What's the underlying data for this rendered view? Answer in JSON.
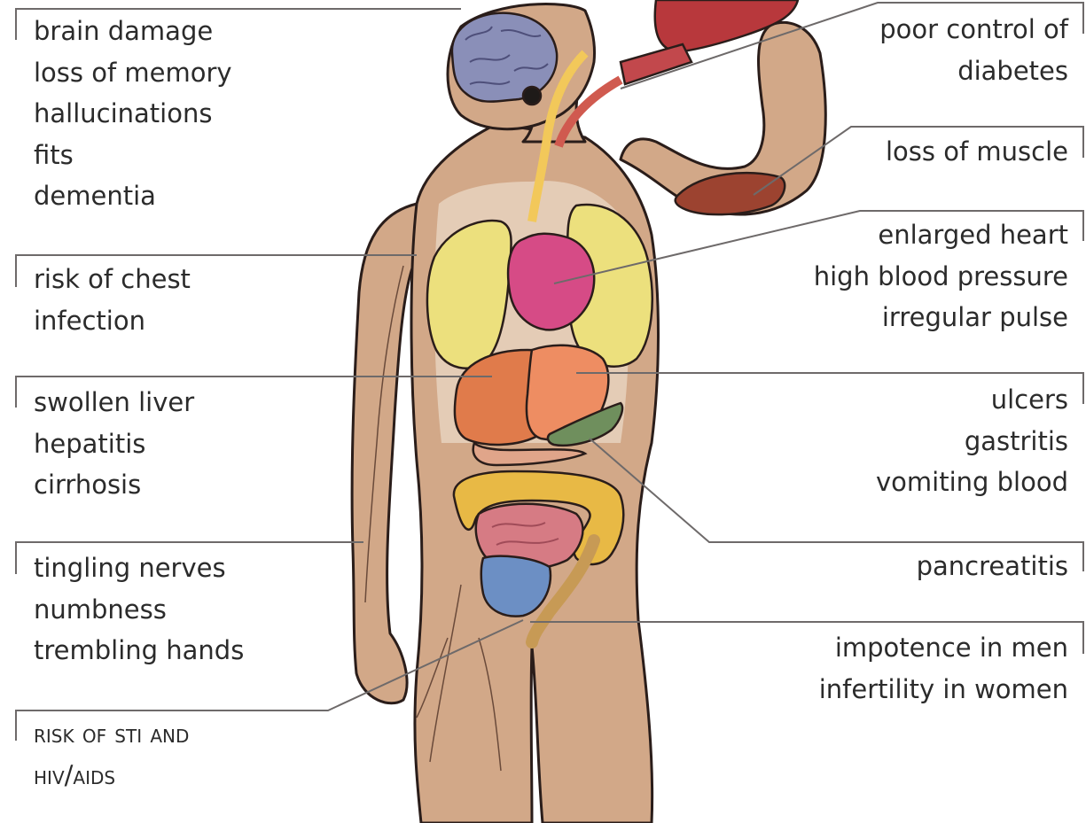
{
  "colors": {
    "background": "#ffffff",
    "text": "#2b2b2b",
    "leader_line": "#6e6a6a",
    "skin": "#d2a888",
    "skin_shadow": "#c99c7b",
    "outline": "#2a1d1a",
    "brain": "#8a8fb8",
    "lungs": "#ece07d",
    "heart": "#d64b86",
    "liver": "#e07b4b",
    "stomach": "#ee8d62",
    "pancreas": "#6f8f5d",
    "intestine_large": "#e8b945",
    "intestine_small": "#d67b84",
    "bladder": "#6c8fc4",
    "muscle": "#9c4330",
    "bottle": "#b8383c",
    "nerves": "#f2c85a"
  },
  "left_labels": [
    {
      "id": "brain",
      "lines": [
        "brain damage",
        "loss of memory",
        "hallucinations",
        "fits",
        "dementia"
      ]
    },
    {
      "id": "chest",
      "lines": [
        "risk of chest",
        "infection"
      ]
    },
    {
      "id": "liver",
      "lines": [
        "swollen liver",
        "hepatitis",
        "cirrhosis"
      ]
    },
    {
      "id": "nerves",
      "lines": [
        "tingling nerves",
        "numbness",
        "trembling hands"
      ]
    },
    {
      "id": "sti",
      "lines": [
        "risk of sti and",
        "hiv/aids"
      ]
    }
  ],
  "right_labels": [
    {
      "id": "diabetes",
      "lines": [
        "poor control of",
        "diabetes"
      ]
    },
    {
      "id": "muscle",
      "lines": [
        "loss of muscle"
      ]
    },
    {
      "id": "heart",
      "lines": [
        "enlarged heart",
        "high blood pressure",
        "irregular pulse"
      ]
    },
    {
      "id": "stomach",
      "lines": [
        "ulcers",
        "gastritis",
        "vomiting blood"
      ]
    },
    {
      "id": "pancreas",
      "lines": [
        "pancreatitis"
      ]
    },
    {
      "id": "reproductive",
      "lines": [
        "impotence in men",
        "infertility in women"
      ]
    }
  ]
}
